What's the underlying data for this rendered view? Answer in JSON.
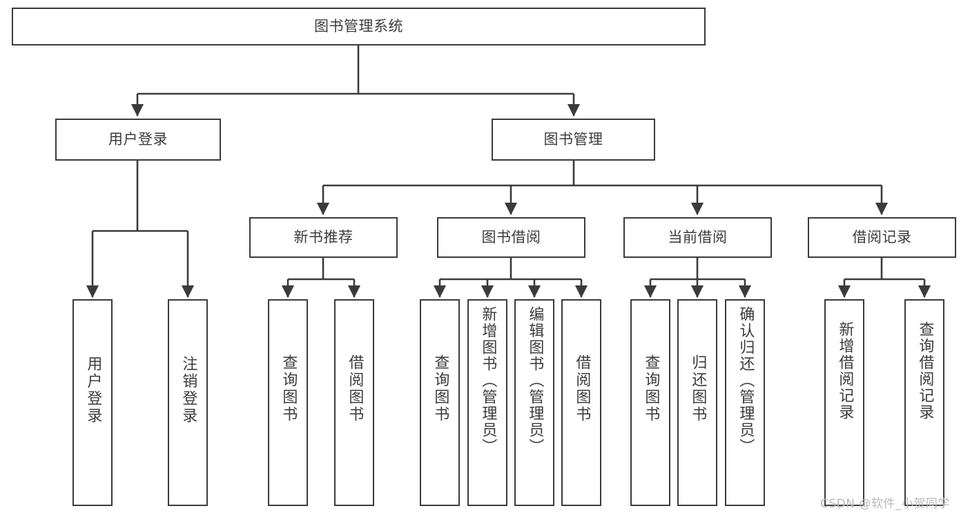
{
  "diagram": {
    "title": "图书管理系统",
    "type": "hierarchy-tree",
    "colors": {
      "box_border": "#3b3b3b",
      "text": "#3c3c3c",
      "edge": "#3b3b3b",
      "background": "#ffffff",
      "watermark": "#b9b9b9"
    },
    "levels": [
      {
        "level": 1,
        "nodes": [
          {
            "id": "root",
            "label": "图书管理系统",
            "orientation": "horizontal"
          }
        ]
      },
      {
        "level": 2,
        "nodes": [
          {
            "id": "user-login",
            "label": "用户登录",
            "orientation": "horizontal",
            "parent": "root"
          },
          {
            "id": "book-manage",
            "label": "图书管理",
            "orientation": "horizontal",
            "parent": "root"
          }
        ]
      },
      {
        "level": 3,
        "nodes": [
          {
            "id": "new-book-rec",
            "label": "新书推荐",
            "orientation": "horizontal",
            "parent": "book-manage"
          },
          {
            "id": "book-borrow",
            "label": "图书借阅",
            "orientation": "horizontal",
            "parent": "book-manage"
          },
          {
            "id": "current-borrow",
            "label": "当前借阅",
            "orientation": "horizontal",
            "parent": "book-manage"
          },
          {
            "id": "borrow-record",
            "label": "借阅记录",
            "orientation": "horizontal",
            "parent": "book-manage"
          }
        ]
      },
      {
        "level": 4,
        "nodes": [
          {
            "id": "leaf-user-login",
            "label": "用户登录",
            "orientation": "vertical",
            "parent": "user-login"
          },
          {
            "id": "leaf-logout",
            "label": "注销登录",
            "orientation": "vertical",
            "parent": "user-login"
          },
          {
            "id": "leaf-query-book-1",
            "label": "查询图书",
            "orientation": "vertical",
            "parent": "new-book-rec"
          },
          {
            "id": "leaf-borrow-book-1",
            "label": "借阅图书",
            "orientation": "vertical",
            "parent": "new-book-rec"
          },
          {
            "id": "leaf-query-book-2",
            "label": "查询图书",
            "orientation": "vertical",
            "parent": "book-borrow"
          },
          {
            "id": "leaf-add-book",
            "label": "新增图书（管理员）",
            "orientation": "vertical",
            "parent": "book-borrow"
          },
          {
            "id": "leaf-edit-book",
            "label": "编辑图书（管理员）",
            "orientation": "vertical",
            "parent": "book-borrow"
          },
          {
            "id": "leaf-borrow-book-2",
            "label": "借阅图书",
            "orientation": "vertical",
            "parent": "book-borrow"
          },
          {
            "id": "leaf-query-book-3",
            "label": "查询图书",
            "orientation": "vertical",
            "parent": "current-borrow"
          },
          {
            "id": "leaf-return-book",
            "label": "归还图书",
            "orientation": "vertical",
            "parent": "current-borrow"
          },
          {
            "id": "leaf-confirm-return",
            "label": "确认归还（管理员）",
            "orientation": "vertical",
            "parent": "current-borrow"
          },
          {
            "id": "leaf-add-record",
            "label": "新增借阅记录",
            "orientation": "vertical",
            "parent": "borrow-record"
          },
          {
            "id": "leaf-query-record",
            "label": "查询借阅记录",
            "orientation": "vertical",
            "parent": "borrow-record"
          }
        ]
      }
    ]
  },
  "watermark": {
    "text": "CSDN @软件_小贺同学"
  }
}
